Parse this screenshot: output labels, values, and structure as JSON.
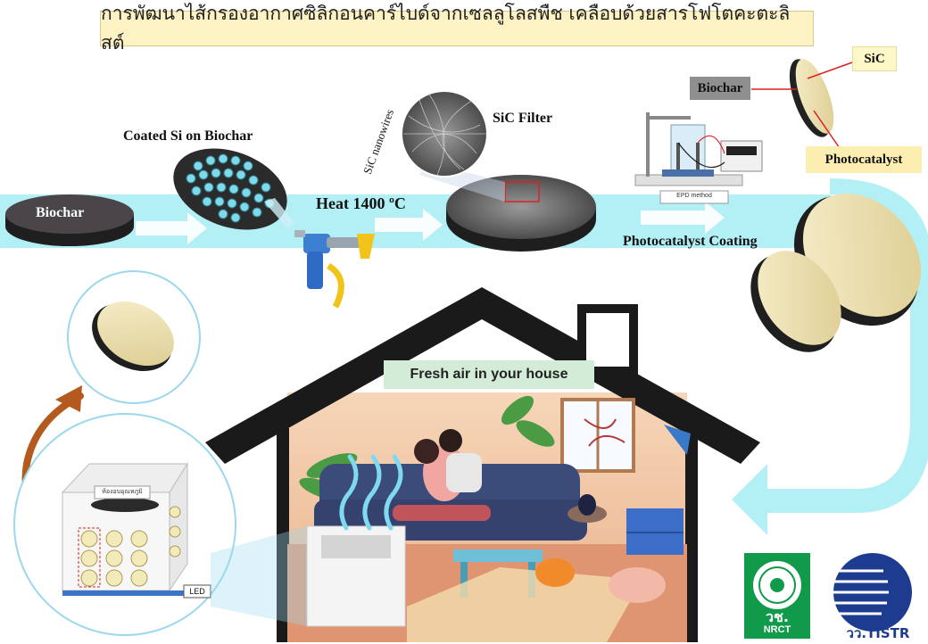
{
  "title": "การพัฒนาไส้กรองอากาศซิลิกอนคาร์ไบด์จากเซลลูโลสพืช เคลือบด้วยสารโฟโตคะตะลิสต์",
  "labels": {
    "biochar_disc": "Biochar",
    "coated_si": "Coated Si on Biochar",
    "heat": "Heat 1400 ºC",
    "sic_nanowires": "SiC nanowires",
    "sic_filter": "SiC Filter",
    "biochar_tag": "Biochar",
    "sic_tag": "SiC",
    "photocatalyst_tag": "Photocatalyst",
    "photocatalyst_coating": "Photocatalyst Coating",
    "epd_method": "EPD method",
    "fresh_air": "Fresh air in your house",
    "chamber_label": "ห้องอบอุณหภูมิ",
    "led": "LED"
  },
  "logos": {
    "nrct_text": "วช.",
    "nrct_sub": "NRCT",
    "tistr_text": "วว.TISTR"
  },
  "colors": {
    "flow_band": "#b3f0f6",
    "title_bg": "#fdf2c4",
    "house_roof": "#1a1a1a",
    "disc_dark": "#3a3a3a",
    "photocatalyst_face": "#eee3b3",
    "swirl_arrow": "#b45a1e"
  }
}
